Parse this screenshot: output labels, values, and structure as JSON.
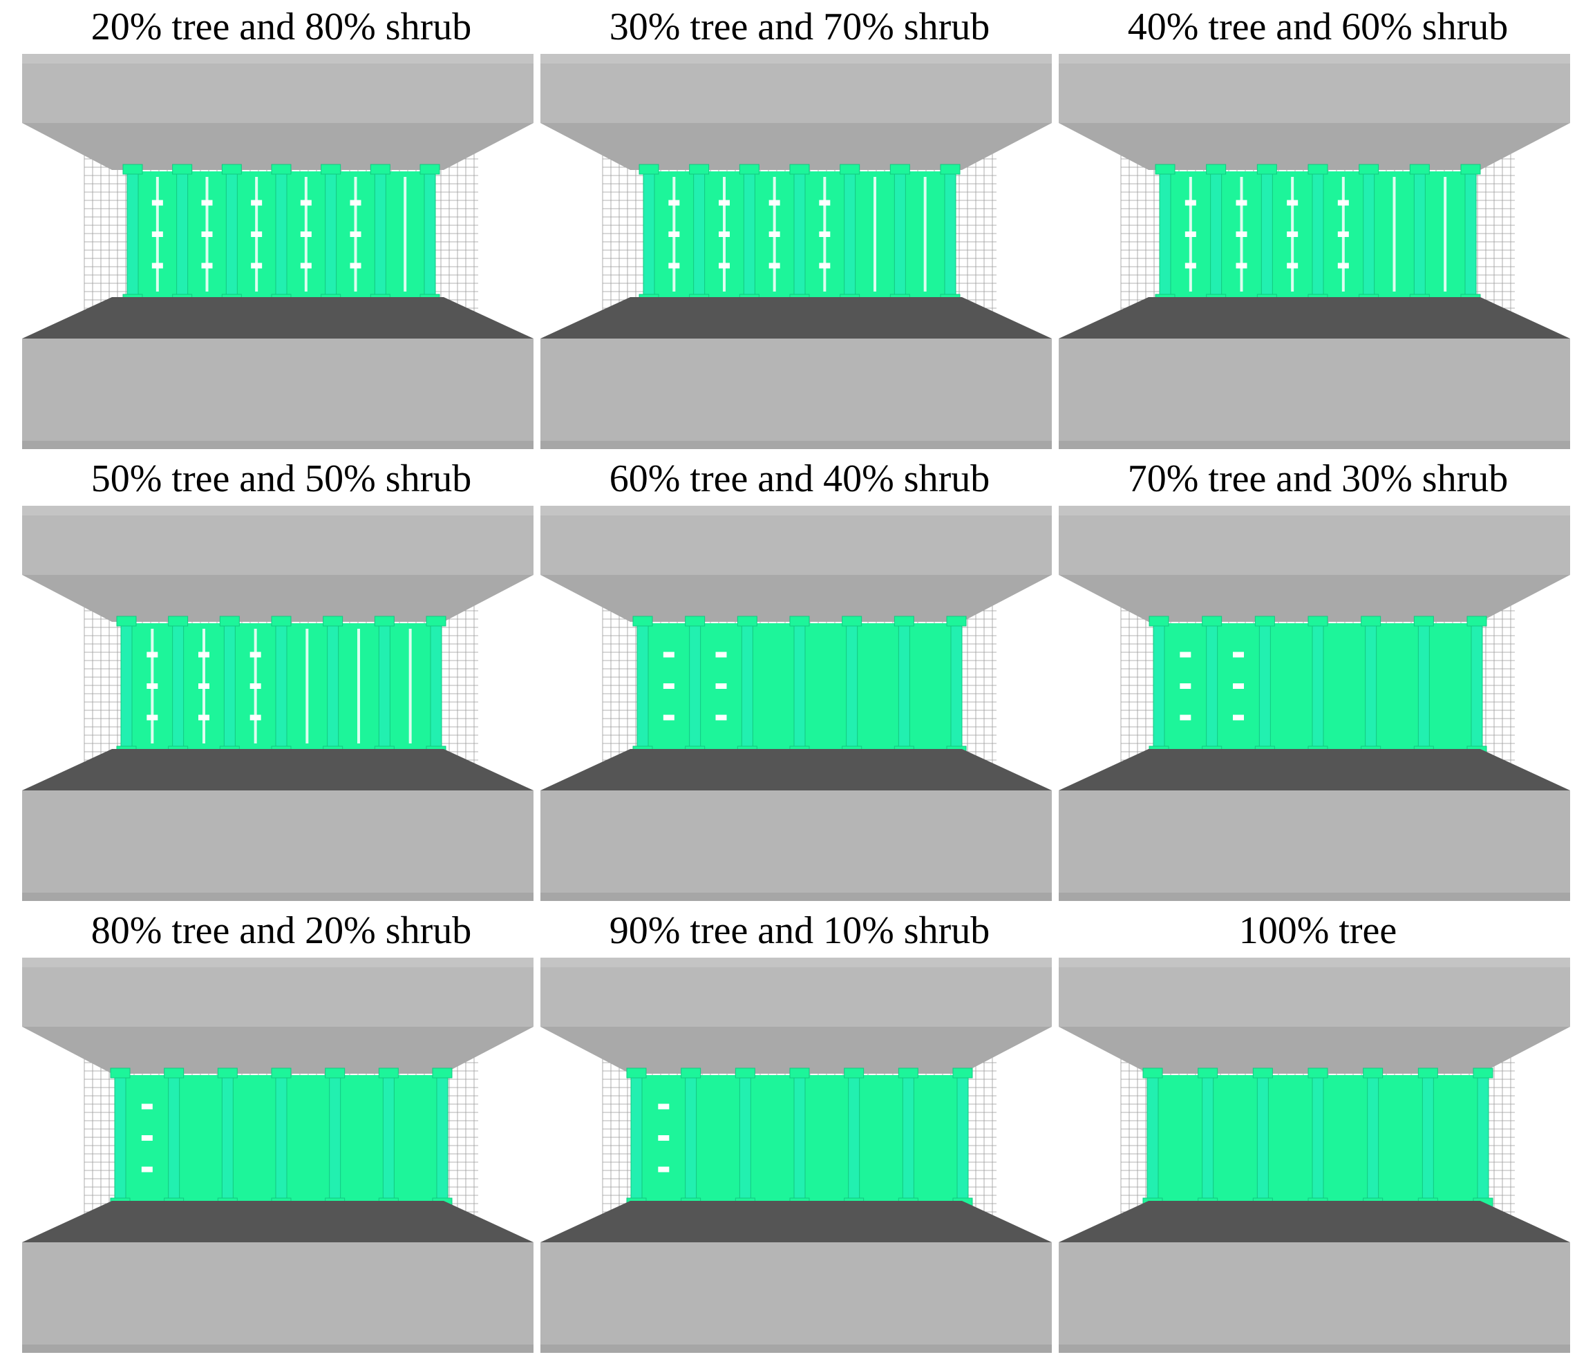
{
  "figure": {
    "panels": [
      {
        "title": "20% tree and 80% shrub",
        "tree_fraction": 0.2,
        "shrub_fraction": 0.8
      },
      {
        "title": "30% tree and 70% shrub",
        "tree_fraction": 0.3,
        "shrub_fraction": 0.7
      },
      {
        "title": "40% tree and 60% shrub",
        "tree_fraction": 0.4,
        "shrub_fraction": 0.6
      },
      {
        "title": "50% tree and 50% shrub",
        "tree_fraction": 0.5,
        "shrub_fraction": 0.5
      },
      {
        "title": "60% tree and 40% shrub",
        "tree_fraction": 0.6,
        "shrub_fraction": 0.4
      },
      {
        "title": "70% tree and 30% shrub",
        "tree_fraction": 0.7,
        "shrub_fraction": 0.3
      },
      {
        "title": "80% tree and 20% shrub",
        "tree_fraction": 0.8,
        "shrub_fraction": 0.2
      },
      {
        "title": "90% tree and 10% shrub",
        "tree_fraction": 0.9,
        "shrub_fraction": 0.1
      },
      {
        "title": "100% tree",
        "tree_fraction": 1.0,
        "shrub_fraction": 0.0
      }
    ],
    "colors": {
      "vegetation": "#1df59a",
      "vegetation_alt": "#22f0b0",
      "vegetation_edge": "#12c880",
      "upper_block": "#b9b9b9",
      "upper_block_band": "#a9a9a9",
      "lower_wedge": "#555555",
      "lower_block": "#b5b5b5",
      "grid_line": "#9a9a9a",
      "background": "#ffffff"
    }
  }
}
